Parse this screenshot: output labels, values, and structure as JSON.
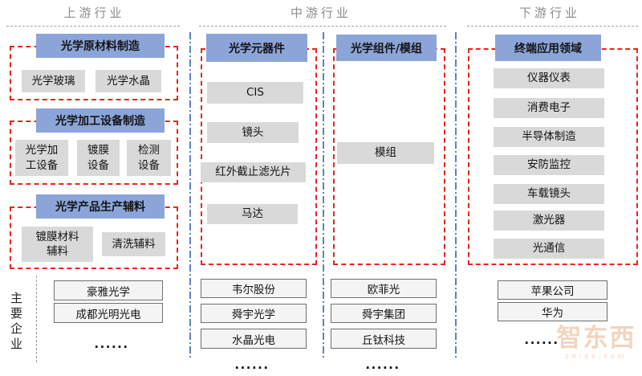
{
  "colors": {
    "header_blue": "#8ca5d9",
    "item_gray": "#d9d9d9",
    "company_fill": "#f4f4f4",
    "company_border": "#6e6e6e",
    "red_dash": "#e8251b",
    "blue_dash": "#5c83bf",
    "gray_dash": "#a0a0a0",
    "gray_text": "#8c8c8c"
  },
  "section_labels": {
    "upstream": "上游行业",
    "midstream": "中游行业",
    "downstream": "下游行业"
  },
  "upstream": {
    "groups": [
      {
        "header": "光学原材料制造",
        "items": [
          "光学玻璃",
          "光学水晶"
        ]
      },
      {
        "header": "光学加工设备制造",
        "items": [
          "光学加\n工设备",
          "镀膜\n设备",
          "检测\n设备"
        ]
      },
      {
        "header": "光学产品生产辅料",
        "items": [
          "镀膜材料\n辅料",
          "清洗辅料"
        ]
      }
    ]
  },
  "midstream1": {
    "header": "光学元器件",
    "items": [
      "CIS",
      "镜头",
      "红外截止滤光片",
      "马达"
    ]
  },
  "midstream2": {
    "header": "光学组件/模组",
    "items": [
      "模组"
    ]
  },
  "downstream": {
    "header": "终端应用领域",
    "items": [
      "仪器仪表",
      "消费电子",
      "半导体制造",
      "安防监控",
      "车载镜头",
      "激光器",
      "光通信"
    ]
  },
  "companies": {
    "row_label": "主要企业",
    "upstream": [
      "豪雅光学",
      "成都光明光电"
    ],
    "midstream1": [
      "韦尔股份",
      "舜宇光学",
      "水晶光电"
    ],
    "midstream2": [
      "欧菲光",
      "舜宇集团",
      "丘钛科技"
    ],
    "downstream": [
      "苹果公司",
      "华为"
    ],
    "ellipsis": "......"
  },
  "watermark": {
    "logo": "智东西",
    "domain": "zhidx.com"
  }
}
